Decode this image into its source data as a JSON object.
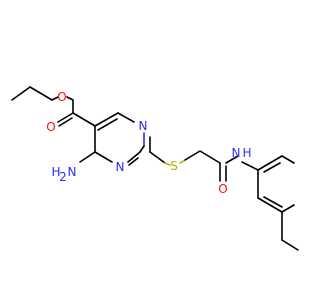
{
  "molecule": {
    "atom_labels": {
      "ester_O_single": "O",
      "ester_O_double": "O",
      "ring_N_top": "N",
      "ring_N_bottom": "N",
      "sulfur": "S",
      "amine": "NH",
      "amine_h2": "H",
      "amine_sub": "2",
      "amine_n": "N",
      "amide_O": "O",
      "amide_NH": "H",
      "amide_N": "N"
    },
    "colors": {
      "carbon_bond": "#000000",
      "nitrogen": "#2b2bff",
      "oxygen": "#ff0d0d",
      "sulfur": "#b2b200"
    }
  }
}
